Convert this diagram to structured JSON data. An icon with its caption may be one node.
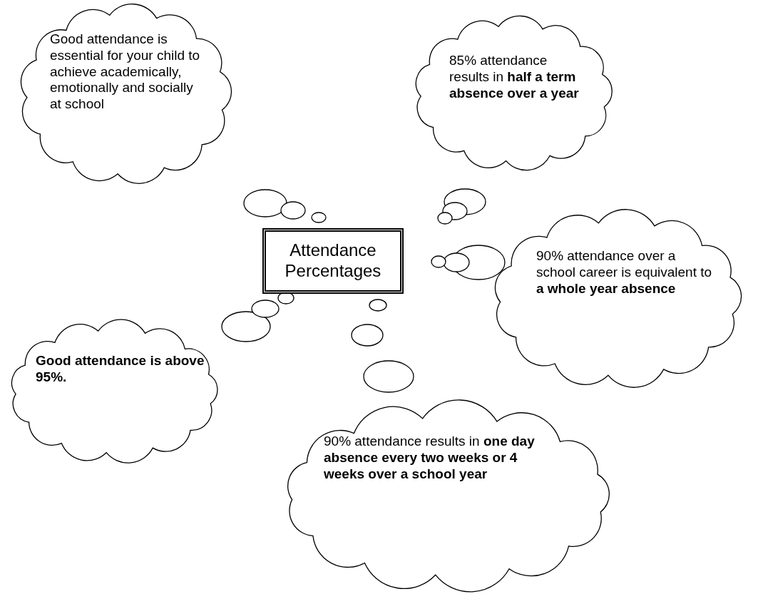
{
  "diagram": {
    "nodes": [
      {
        "text": [
          "Good attendance is essential for your child to achieve academically, emotionally and socially at school"
        ]
      },
      {
        "text": [
          "85% attendance results in **half a term absence over a year**"
        ]
      },
      {
        "text": [
          "Attendance Percentages"
        ]
      },
      {
        "text": [
          "90% attendance over a school career is equivalent to **a whole year absence**"
        ]
      },
      {
        "text": [
          "Good attendance is above 95%."
        ]
      },
      {
        "text": [
          "90% attendance results in **one day absence every two weeks or 4 weeks over a school year**"
        ]
      }
    ]
  }
}
